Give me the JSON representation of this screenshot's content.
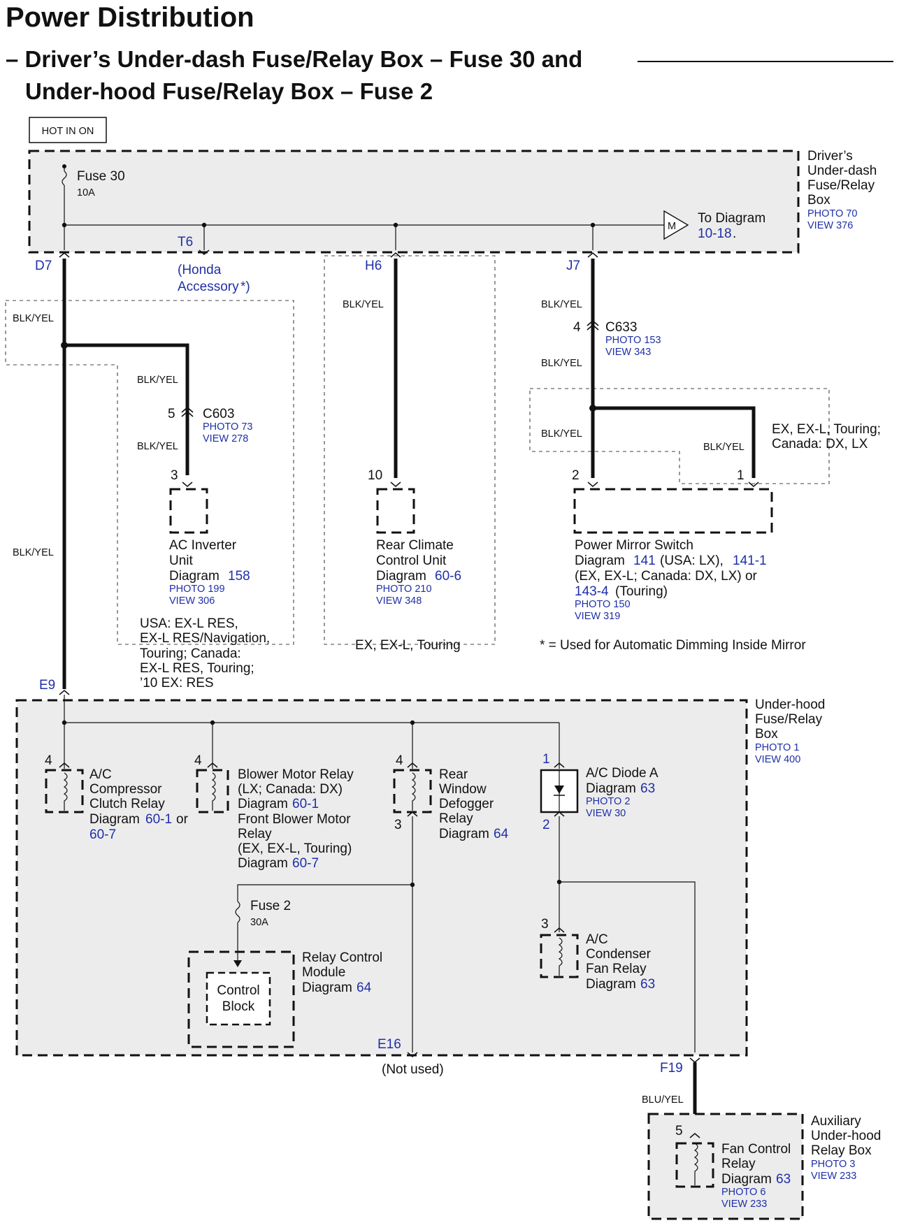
{
  "title": "Power Distribution",
  "subtitle_line1": "– Driver’s Under-dash Fuse/Relay Box – Fuse 30 and",
  "subtitle_line2": "Under-hood Fuse/Relay Box – Fuse 2",
  "hot_in_on": "HOT IN ON",
  "top_box": {
    "label": [
      "Driver’s",
      "Under-dash",
      "Fuse/Relay",
      "Box"
    ],
    "photo": "PHOTO 70",
    "view": "VIEW 376",
    "fuse_name": "Fuse 30",
    "fuse_rating": "10A",
    "motor_symbol": "M",
    "to_diagram_label": "To Diagram",
    "to_diagram_ref": "10-18",
    "to_diagram_end": "."
  },
  "terminals": {
    "d7": "D7",
    "t6": "T6",
    "h6": "H6",
    "j7": "J7",
    "e9": "E9",
    "e16": "E16",
    "f19": "F19"
  },
  "honda_accessory_line1": "(Honda",
  "honda_accessory_line2": "Accessory",
  "honda_accessory_star": "*)",
  "wire_colors": {
    "blk_yel": "BLK/YEL",
    "blu_yel": "BLU/YEL"
  },
  "c603": {
    "pin_top": "5",
    "name": "C603",
    "photo": "PHOTO 73",
    "view": "VIEW 278",
    "pin_bottom": "3"
  },
  "c633": {
    "pin": "4",
    "name": "C633",
    "photo": "PHOTO 153",
    "view": "VIEW 343"
  },
  "ac_inverter": {
    "name_line1": "AC Inverter",
    "name_line2": "Unit",
    "diagram_label": "Diagram",
    "diagram_ref": "158",
    "photo": "PHOTO 199",
    "view": "VIEW 306",
    "condition": [
      "USA: EX-L RES,",
      "EX-L RES/Navigation,",
      "Touring; Canada:",
      "EX-L RES, Touring;",
      "’10 EX: RES"
    ]
  },
  "rear_climate": {
    "pin": "10",
    "name_line1": "Rear Climate",
    "name_line2": "Control Unit",
    "diagram_label": "Diagram",
    "diagram_ref": "60-6",
    "photo": "PHOTO 210",
    "view": "VIEW 348",
    "condition": "EX, EX-L, Touring"
  },
  "power_mirror": {
    "pin_left": "2",
    "pin_right": "1",
    "condition_line1": "EX, EX-L, Touring;",
    "condition_line2": "Canada: DX, LX",
    "name": "Power Mirror Switch",
    "line2_label": "Diagram",
    "ref1": "141",
    "ref1_text": "(USA: LX),",
    "ref2": "141-1",
    "line3": "(EX, EX-L; Canada: DX, LX) or",
    "ref3": "143-4",
    "ref3_text": "(Touring)",
    "photo": "PHOTO 150",
    "view": "VIEW 319"
  },
  "footnote": "* = Used for Automatic Dimming Inside Mirror",
  "underhood_box": {
    "label": [
      "Under-hood",
      "Fuse/Relay",
      "Box"
    ],
    "photo": "PHOTO 1",
    "view": "VIEW 400"
  },
  "ac_compressor": {
    "pin": "4",
    "lines": [
      "A/C",
      "Compressor",
      "Clutch Relay"
    ],
    "diagram_label": "Diagram",
    "ref1": "60-1",
    "or": "or",
    "ref2": "60-7"
  },
  "blower_relay": {
    "pin": "4",
    "lines": [
      "Blower Motor Relay",
      "(LX; Canada: DX)"
    ],
    "diagram_label": "Diagram",
    "ref1": "60-1",
    "lines2": [
      "Front Blower Motor",
      "Relay",
      "(EX, EX-L, Touring)"
    ],
    "ref2": "60-7"
  },
  "rear_defogger": {
    "pin_top": "4",
    "pin_bottom": "3",
    "lines": [
      "Rear",
      "Window",
      "Defogger",
      "Relay"
    ],
    "diagram_label": "Diagram",
    "ref": "64"
  },
  "ac_diode": {
    "pin_top": "1",
    "pin_bottom": "2",
    "name": "A/C Diode A",
    "diagram_label": "Diagram",
    "ref": "63",
    "photo": "PHOTO 2",
    "view": "VIEW 30"
  },
  "fuse2": {
    "name": "Fuse 2",
    "rating": "30A"
  },
  "relay_control": {
    "lines": [
      "Relay Control",
      "Module"
    ],
    "diagram_label": "Diagram",
    "ref": "64",
    "block_line1": "Control",
    "block_line2": "Block"
  },
  "ac_condenser": {
    "pin": "3",
    "lines": [
      "A/C",
      "Condenser",
      "Fan Relay"
    ],
    "diagram_label": "Diagram",
    "ref": "63"
  },
  "not_used": "(Not used)",
  "aux_box": {
    "label": [
      "Auxiliary",
      "Under-hood",
      "Relay Box"
    ],
    "photo": "PHOTO 3",
    "view": "VIEW 233"
  },
  "fan_control": {
    "pin": "5",
    "lines": [
      "Fan Control",
      "Relay"
    ],
    "diagram_label": "Diagram",
    "ref": "63",
    "photo": "PHOTO 6",
    "view": "VIEW 233"
  },
  "colors": {
    "reference_blue": "#1f2fa8",
    "box_shade": "#ececec"
  }
}
